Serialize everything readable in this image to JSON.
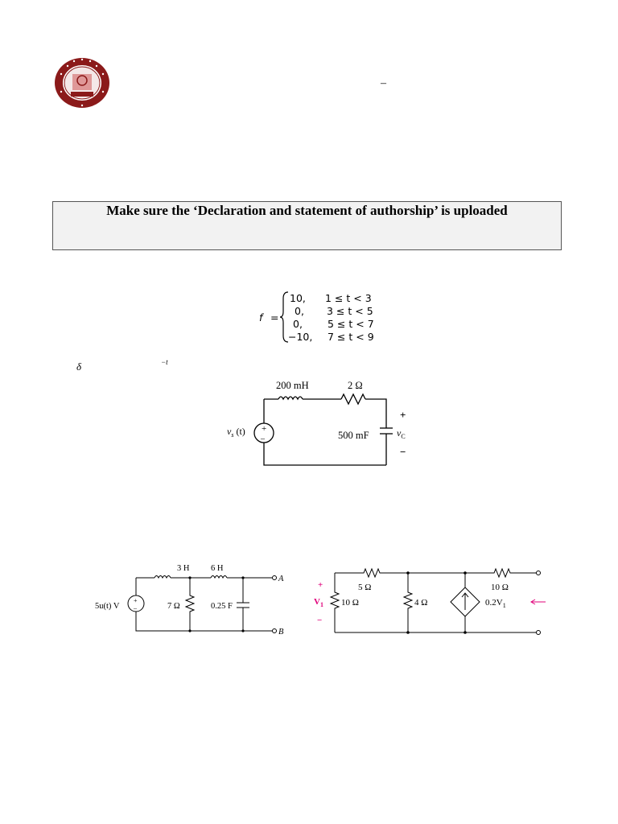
{
  "header": {
    "dash": "–"
  },
  "banner": {
    "text": "Make sure the ‘Declaration and statement of authorship’ is uploaded"
  },
  "piecewise": {
    "lhs": "f",
    "eq": "=",
    "rows": [
      {
        "value": "10,",
        "condition": "1 ≤ t < 3"
      },
      {
        "value": "0,",
        "condition": "3 ≤ t < 5"
      },
      {
        "value": "0,",
        "condition": "5 ≤ t < 7"
      },
      {
        "value": "−10,",
        "condition": "7 ≤ t < 9"
      }
    ]
  },
  "symbols": {
    "delta": "δ",
    "sup": "−t"
  },
  "circuit1": {
    "inductor": "200 mH",
    "resistor": "2 Ω",
    "source": "v",
    "source_sub": "s",
    "source_arg": " (t)",
    "capacitor": "500 mF",
    "vc": "v",
    "vc_sub": "C",
    "plus": "+",
    "minus": "−",
    "src_plus": "+"
  },
  "circuit2": {
    "source": "5u(t) V",
    "l1": "3 H",
    "l2": "6 H",
    "r": "7 Ω",
    "c": "0.25 F",
    "a": "A",
    "b": "B"
  },
  "circuit3": {
    "r_top1": "5 Ω",
    "r_top2": "10 Ω",
    "r_left": "10 Ω",
    "r_mid": "4 Ω",
    "dep": "0.2V",
    "dep_sub": "1",
    "v1": "V",
    "v1_sub": "1",
    "plus": "+",
    "minus": "−",
    "accent": "#e0007a"
  }
}
